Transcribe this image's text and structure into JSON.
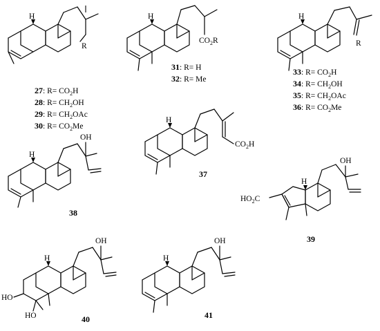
{
  "compounds": {
    "c27": {
      "number": "27",
      "r": "R= CO",
      "sub": "2",
      "tail": "H"
    },
    "c28": {
      "number": "28",
      "r": "R= CH",
      "sub": "2",
      "tail": "OH"
    },
    "c29": {
      "number": "29",
      "r": "R= CH",
      "sub": "2",
      "tail": "OAc"
    },
    "c30": {
      "number": "30",
      "r": "R= CO",
      "sub": "2",
      "tail": "Me"
    },
    "c31": {
      "number": "31",
      "r": ": R= H"
    },
    "c32": {
      "number": "32",
      "r": " R= Me"
    },
    "c33": {
      "number": "33",
      "r": ": R= CO",
      "sub": "2",
      "tail": "H"
    },
    "c34": {
      "number": "34",
      "r": ": R= CH",
      "sub": "2",
      "tail": "OH"
    },
    "c35": {
      "number": "35",
      "r": ": R= CH",
      "sub": "2",
      "tail": "OAc"
    },
    "c36": {
      "number": "36",
      "r": ": R= CO",
      "sub": "2",
      "tail": "Me"
    },
    "c37": {
      "number": "37"
    },
    "c38": {
      "number": "38"
    },
    "c39": {
      "number": "39"
    },
    "c40": {
      "number": "40"
    },
    "c41": {
      "number": "41"
    }
  },
  "labels": {
    "h": "H",
    "r": "R",
    "co2r": "CO",
    "co2r_sub": "2",
    "co2r_tail": "R",
    "co2h": "CO",
    "co2h_sub": "2",
    "co2h_tail": "H",
    "oh": "OH",
    "ho": "HO",
    "ho2c": "HO",
    "ho2c_sub": "2",
    "ho2c_tail": "C"
  }
}
